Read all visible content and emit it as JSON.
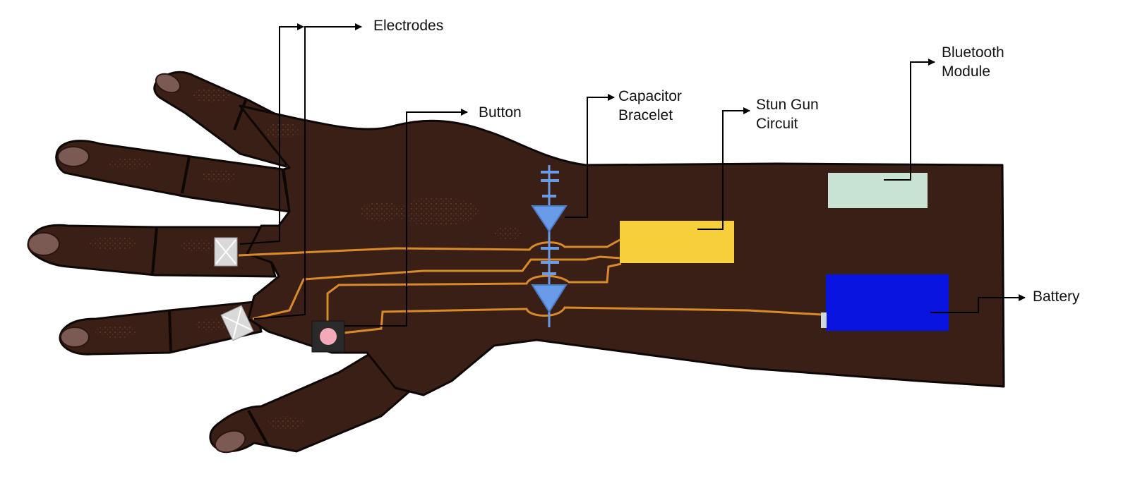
{
  "labels": {
    "electrodes": "Electrodes",
    "button": "Button",
    "capacitor_bracelet": "Capacitor\nBracelet",
    "stun_gun_circuit": "Stun Gun\nCircuit",
    "bluetooth_module": "Bluetooth\nModule",
    "battery": "Battery"
  },
  "colors": {
    "skin": "#3a1f16",
    "outline": "#0d0705",
    "nail": "#7a5a52",
    "wire": "#d98a2b",
    "capacitor": "#6a9be8",
    "stun_gun_circuit": "#f7cf3b",
    "bluetooth_module": "#c8e2d4",
    "battery": "#0a14e0",
    "electrode": "#d9d9d9",
    "button_housing": "#2a2a2a",
    "button_cap": "#f4a9b8",
    "leader": "#000000"
  },
  "icons": [
    "electrode-pad-icon",
    "push-button-icon",
    "capacitor-icon",
    "arrow-icon"
  ]
}
